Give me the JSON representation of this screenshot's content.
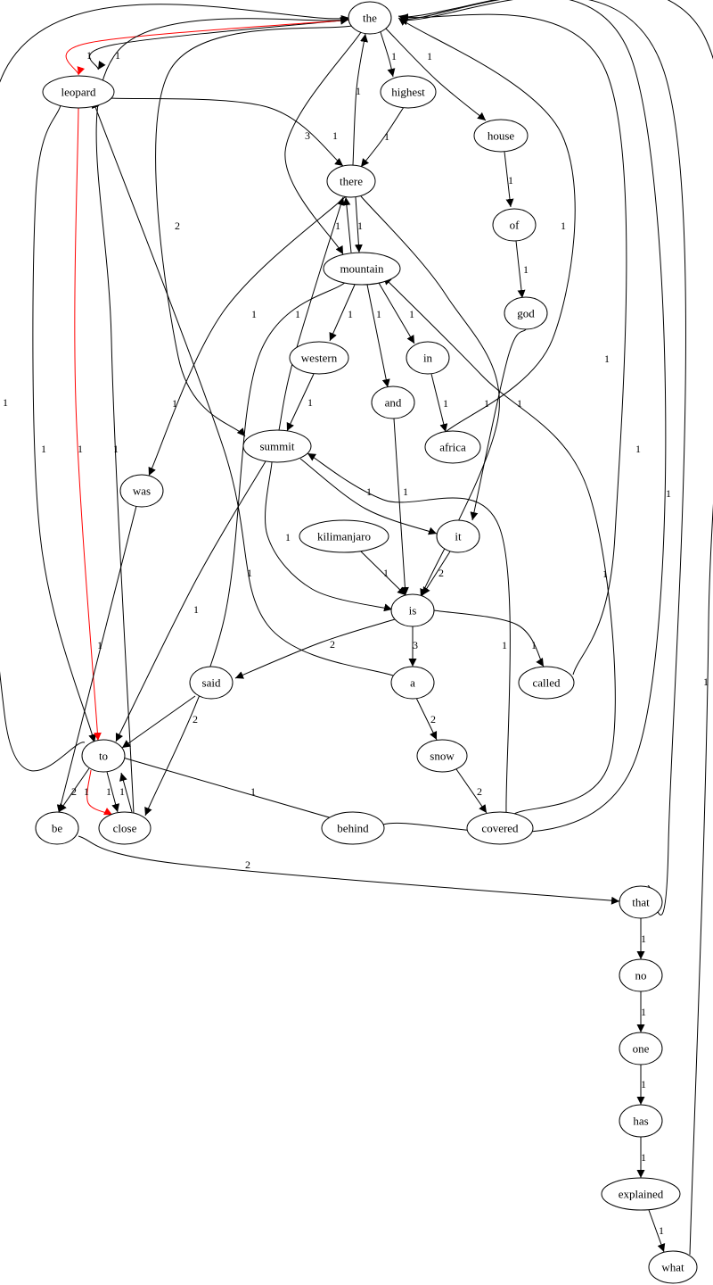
{
  "graph": {
    "colors": {
      "default": "#000000",
      "highlight": "#ff0000"
    },
    "nodes": [
      {
        "id": "the",
        "label": "the"
      },
      {
        "id": "leopard",
        "label": "leopard"
      },
      {
        "id": "highest",
        "label": "highest"
      },
      {
        "id": "house",
        "label": "house"
      },
      {
        "id": "there",
        "label": "there"
      },
      {
        "id": "of",
        "label": "of"
      },
      {
        "id": "mountain",
        "label": "mountain"
      },
      {
        "id": "god",
        "label": "god"
      },
      {
        "id": "western",
        "label": "western"
      },
      {
        "id": "in",
        "label": "in"
      },
      {
        "id": "and",
        "label": "and"
      },
      {
        "id": "africa",
        "label": "africa"
      },
      {
        "id": "summit",
        "label": "summit"
      },
      {
        "id": "was",
        "label": "was"
      },
      {
        "id": "kilimanjaro",
        "label": "kilimanjaro"
      },
      {
        "id": "it",
        "label": "it"
      },
      {
        "id": "is",
        "label": "is"
      },
      {
        "id": "said",
        "label": "said"
      },
      {
        "id": "a",
        "label": "a"
      },
      {
        "id": "called",
        "label": "called"
      },
      {
        "id": "snow",
        "label": "snow"
      },
      {
        "id": "to",
        "label": "to"
      },
      {
        "id": "be",
        "label": "be"
      },
      {
        "id": "close",
        "label": "close"
      },
      {
        "id": "behind",
        "label": "behind"
      },
      {
        "id": "covered",
        "label": "covered"
      },
      {
        "id": "that",
        "label": "that"
      },
      {
        "id": "no",
        "label": "no"
      },
      {
        "id": "one",
        "label": "one"
      },
      {
        "id": "has",
        "label": "has"
      },
      {
        "id": "explained",
        "label": "explained"
      },
      {
        "id": "what",
        "label": "what"
      }
    ],
    "edges": [
      {
        "from": "the",
        "to": "leopard",
        "label": "1",
        "color": "#000000"
      },
      {
        "from": "the",
        "to": "leopard",
        "label": "1",
        "color": "#ff0000"
      },
      {
        "from": "the",
        "to": "highest",
        "label": "1",
        "color": "#000000"
      },
      {
        "from": "the",
        "to": "house",
        "label": "1",
        "color": "#000000"
      },
      {
        "from": "the",
        "to": "mountain",
        "label": "3",
        "color": "#000000"
      },
      {
        "from": "the",
        "to": "summit",
        "label": "2",
        "color": "#000000"
      },
      {
        "from": "leopard",
        "to": "there",
        "label": "1",
        "color": "#000000"
      },
      {
        "from": "leopard",
        "to": "to",
        "label": "1",
        "color": "#000000"
      },
      {
        "from": "leopard",
        "to": "to",
        "label": "1",
        "color": "#ff0000"
      },
      {
        "from": "highest",
        "to": "there",
        "label": "1",
        "color": "#000000"
      },
      {
        "from": "house",
        "to": "of",
        "label": "1",
        "color": "#000000"
      },
      {
        "from": "of",
        "to": "god",
        "label": "1",
        "color": "#000000"
      },
      {
        "from": "god",
        "to": "it",
        "label": "1",
        "color": "#000000"
      },
      {
        "from": "there",
        "to": "the",
        "label": "1",
        "color": "#000000"
      },
      {
        "from": "there",
        "to": "mountain",
        "label": "1",
        "color": "#000000"
      },
      {
        "from": "mountain",
        "to": "there",
        "label": "1",
        "color": "#000000"
      },
      {
        "from": "there",
        "to": "was",
        "label": "1",
        "color": "#000000"
      },
      {
        "from": "there",
        "to": "is",
        "label": "1",
        "color": "#000000"
      },
      {
        "from": "mountain",
        "to": "western",
        "label": "1",
        "color": "#000000"
      },
      {
        "from": "mountain",
        "to": "in",
        "label": "1",
        "color": "#000000"
      },
      {
        "from": "mountain",
        "to": "and",
        "label": "1",
        "color": "#000000"
      },
      {
        "from": "mountain",
        "to": "close",
        "label": "1",
        "color": "#000000"
      },
      {
        "from": "in",
        "to": "africa",
        "label": "1",
        "color": "#000000"
      },
      {
        "from": "africa",
        "to": "the",
        "label": "1",
        "color": "#000000"
      },
      {
        "from": "western",
        "to": "summit",
        "label": "1",
        "color": "#000000"
      },
      {
        "from": "and",
        "to": "is",
        "label": "1",
        "color": "#000000"
      },
      {
        "from": "summit",
        "to": "there",
        "label": "1",
        "color": "#000000"
      },
      {
        "from": "summit",
        "to": "it",
        "label": "1",
        "color": "#000000"
      },
      {
        "from": "summit",
        "to": "is",
        "label": "1",
        "color": "#000000"
      },
      {
        "from": "summit",
        "to": "to",
        "label": "1",
        "color": "#000000"
      },
      {
        "from": "kilimanjaro",
        "to": "is",
        "label": "1",
        "color": "#000000"
      },
      {
        "from": "it",
        "to": "is",
        "label": "2",
        "color": "#000000"
      },
      {
        "from": "is",
        "to": "said",
        "label": "2",
        "color": "#000000"
      },
      {
        "from": "is",
        "to": "a",
        "label": "3",
        "color": "#000000"
      },
      {
        "from": "is",
        "to": "called",
        "label": "1",
        "color": "#000000"
      },
      {
        "from": "called",
        "to": "the",
        "label": "1",
        "color": "#000000"
      },
      {
        "from": "a",
        "to": "leopard",
        "label": "1",
        "color": "#000000"
      },
      {
        "from": "a",
        "to": "snow",
        "label": "2",
        "color": "#000000"
      },
      {
        "from": "snow",
        "to": "covered",
        "label": "2",
        "color": "#000000"
      },
      {
        "from": "covered",
        "to": "summit",
        "label": "1",
        "color": "#000000"
      },
      {
        "from": "covered",
        "to": "mountain",
        "label": "1",
        "color": "#000000"
      },
      {
        "from": "said",
        "to": "to",
        "label": "2",
        "color": "#000000"
      },
      {
        "from": "was",
        "to": "be",
        "label": "1",
        "color": "#000000"
      },
      {
        "from": "to",
        "to": "the",
        "label": "1",
        "color": "#000000"
      },
      {
        "from": "to",
        "to": "be",
        "label": "2",
        "color": "#000000"
      },
      {
        "from": "to",
        "to": "close",
        "label": "1",
        "color": "#000000"
      },
      {
        "from": "to",
        "to": "close",
        "label": "1",
        "color": "#ff0000"
      },
      {
        "from": "close",
        "to": "to",
        "label": "1",
        "color": "#000000"
      },
      {
        "from": "to",
        "to": "behind",
        "label": "1",
        "color": "#000000"
      },
      {
        "from": "close",
        "to": "the",
        "label": "1",
        "color": "#000000"
      },
      {
        "from": "behind",
        "to": "the",
        "label": "1",
        "color": "#000000"
      },
      {
        "from": "be",
        "to": "that",
        "label": "2",
        "color": "#000000"
      },
      {
        "from": "that",
        "to": "the",
        "label": "1",
        "color": "#000000"
      },
      {
        "from": "that",
        "to": "no",
        "label": "1",
        "color": "#000000"
      },
      {
        "from": "no",
        "to": "one",
        "label": "1",
        "color": "#000000"
      },
      {
        "from": "one",
        "to": "has",
        "label": "1",
        "color": "#000000"
      },
      {
        "from": "has",
        "to": "explained",
        "label": "1",
        "color": "#000000"
      },
      {
        "from": "explained",
        "to": "what",
        "label": "1",
        "color": "#000000"
      },
      {
        "from": "what",
        "to": "the",
        "label": "1",
        "color": "#000000"
      }
    ]
  }
}
